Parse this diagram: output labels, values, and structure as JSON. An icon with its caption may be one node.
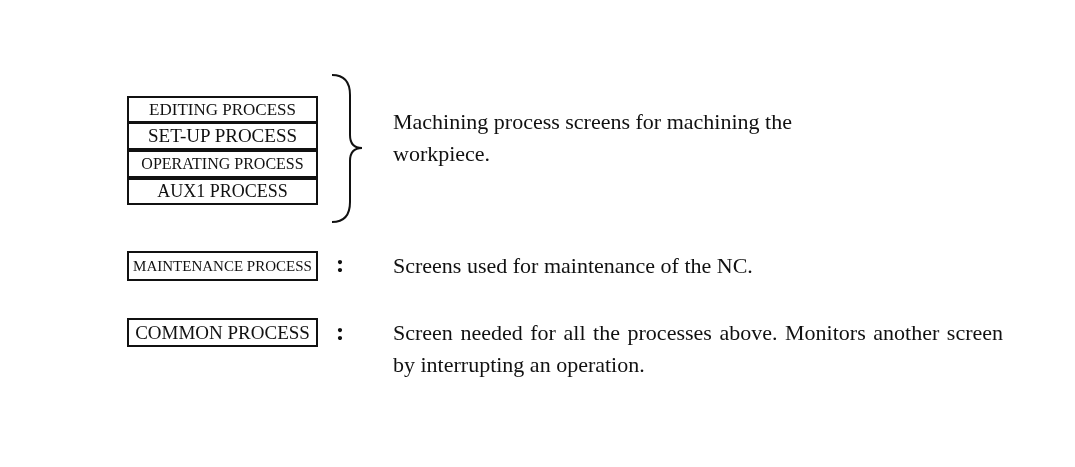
{
  "diagram": {
    "nodes": [
      {
        "text": [
          "EDITING PROCESS"
        ]
      },
      {
        "text": [
          "SET-UP PROCESS"
        ]
      },
      {
        "text": [
          "OPERATING PROCESS"
        ]
      },
      {
        "text": [
          "AUX1 PROCESS"
        ]
      },
      {
        "text": [
          "MAINTENANCE PROCESS"
        ]
      },
      {
        "text": [
          "COMMON PROCESS"
        ]
      }
    ],
    "labels": [
      "Machining process screens for machining the workpiece.",
      ":",
      "Screens used for maintenance of the NC.",
      ":",
      "Screen needed for all the processes above. Monitors another screen by interrupting an operation."
    ]
  }
}
